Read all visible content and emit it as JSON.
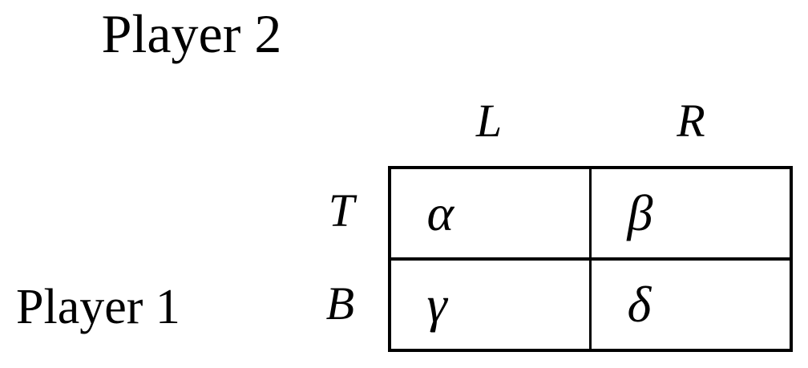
{
  "figure": {
    "type": "normal-form-game-matrix",
    "row_player_label": "Player 1",
    "col_player_label": "Player 2"
  },
  "columns": {
    "headers": [
      {
        "key": "L",
        "label": "L"
      },
      {
        "key": "R",
        "label": "R"
      }
    ]
  },
  "rows": {
    "headers": [
      {
        "key": "T",
        "label": "T"
      },
      {
        "key": "B",
        "label": "B"
      }
    ]
  },
  "cells": {
    "TL": "α",
    "TR": "β",
    "BL": "γ",
    "BR": "δ"
  },
  "colors": {
    "background": "#ffffff",
    "ink": "#000000",
    "border": "#000000"
  }
}
